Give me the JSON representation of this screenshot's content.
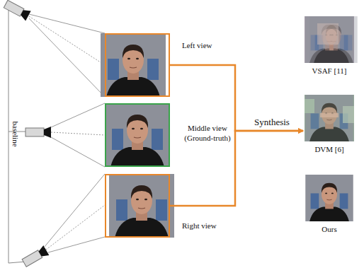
{
  "diagram": {
    "nodes": [
      {
        "text": [
          "Left view"
        ]
      },
      {
        "text": [
          "Middle view (Ground-truth)"
        ]
      },
      {
        "text": [
          "Right view"
        ]
      },
      {
        "text": [
          "VSAF [11]"
        ]
      },
      {
        "text": [
          "DVM [6]"
        ]
      },
      {
        "text": [
          "Ours"
        ]
      }
    ],
    "edges": [
      {
        "from": 0,
        "to": 4,
        "arrow": "to",
        "label": "Synthesis"
      },
      {
        "from": 2,
        "to": 4,
        "arrow": "to"
      }
    ],
    "labels": [
      "baseline"
    ]
  }
}
